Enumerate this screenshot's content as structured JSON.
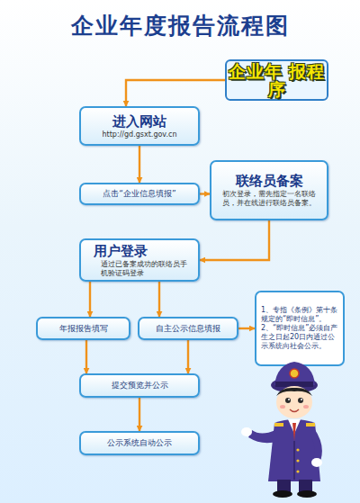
{
  "diagram": {
    "title": "企业年度报告流程图",
    "nodes": [
      {
        "text": [
          "企业年 报程序"
        ]
      },
      {
        "text": [
          "进入网站",
          "http://gd.gsxt.gov.cn"
        ]
      },
      {
        "text": [
          "点击“企业信息填报”"
        ]
      },
      {
        "text": [
          "联络员备案",
          "初次登录，需先指定一名联络员，并在线进行联络员备案。"
        ]
      },
      {
        "text": [
          "用户登录",
          "通过已备案成功的联络员手机验证码登录"
        ]
      },
      {
        "text": [
          "年报报告填写"
        ]
      },
      {
        "text": [
          "自主公示信息填报"
        ]
      },
      {
        "text": [
          "1、专指《条例》第十条规定的“即时信息”。",
          "2、“即时信息”必须自产生之日起20日内通过公示系统向社会公示。"
        ]
      },
      {
        "text": [
          "提交预览并公示"
        ]
      },
      {
        "text": [
          "公示系统自动公示"
        ]
      }
    ],
    "edges": [
      {
        "from": 0,
        "to": 1,
        "arrow": "to"
      },
      {
        "from": 1,
        "to": 2,
        "arrow": "to"
      },
      {
        "from": 2,
        "to": 3,
        "arrow": "to"
      },
      {
        "from": 3,
        "to": 4,
        "arrow": "to"
      },
      {
        "from": 4,
        "to": 5,
        "arrow": "to"
      },
      {
        "from": 4,
        "to": 6,
        "arrow": "to"
      },
      {
        "from": 6,
        "to": 7,
        "arrow": "to"
      },
      {
        "from": 5,
        "to": 8,
        "arrow": "to"
      },
      {
        "from": 6,
        "to": 8,
        "arrow": "to"
      },
      {
        "from": 8,
        "to": 9,
        "arrow": "to"
      }
    ]
  }
}
